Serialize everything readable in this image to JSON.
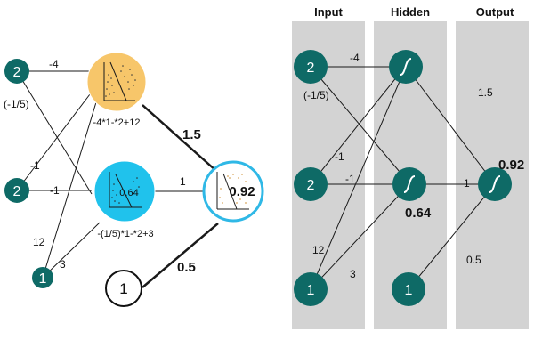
{
  "left_network": {
    "inputs": [
      "2",
      "2",
      "1"
    ],
    "bias": "1",
    "weights": {
      "in1_h1": "-4",
      "in1_h2": "(-1/5)",
      "in2_h1": "-1",
      "in2_h2": "-1",
      "in3_h1": "12",
      "in3_h2": "3",
      "h1_out": "1.5",
      "h2_out": "1",
      "bias_out": "0.5"
    },
    "hidden_formulas": [
      "-4*1-*2+12",
      "-(1/5)*1-*2+3"
    ],
    "hidden2_value": "0.64",
    "output_value": "0.92"
  },
  "right_network": {
    "column_labels": [
      "Input",
      "Hidden",
      "Output"
    ],
    "inputs": [
      "2",
      "2",
      "1"
    ],
    "bias": "1",
    "weights": {
      "in1_h1": "-4",
      "in1_h2": "(-1/5)",
      "in2_h1": "-1",
      "in2_h2": "-1",
      "in3_h1": "12",
      "in3_h2": "3",
      "h1_out": "1.5",
      "h2_out": "1",
      "bias_out": "0.5"
    },
    "hidden2_value": "0.64",
    "output_value": "0.92"
  },
  "colors": {
    "node_teal": "#0e6a66",
    "hidden1_fill": "#f7c66a",
    "hidden2_fill": "#20c2ec",
    "output_ring": "#2fb8e6",
    "column_bg": "#d3d3d3",
    "edge": "#1a1a1a"
  }
}
